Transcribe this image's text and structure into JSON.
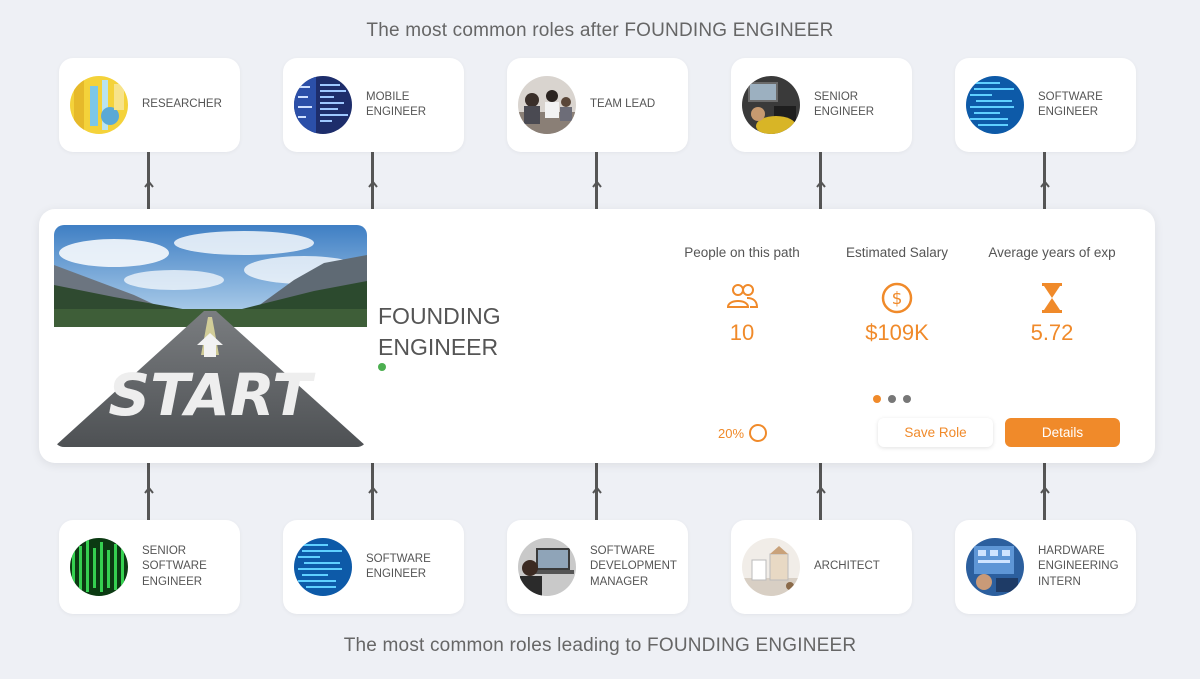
{
  "headings": {
    "after": "The most common roles after FOUNDING ENGINEER",
    "before": "The most common roles leading to FOUNDING ENGINEER"
  },
  "next_roles": [
    {
      "label": "RESEARCHER",
      "thumb": "lab-photo"
    },
    {
      "label": "MOBILE\nENGINEER",
      "thumb": "code-screen-photo"
    },
    {
      "label": "TEAM LEAD",
      "thumb": "meeting-photo"
    },
    {
      "label": "SENIOR\nENGINEER",
      "thumb": "workstation-photo"
    },
    {
      "label": "SOFTWARE\nENGINEER",
      "thumb": "code-screen-photo"
    }
  ],
  "previous_roles": [
    {
      "label": "SENIOR\nSOFTWARE\nENGINEER",
      "thumb": "green-code-photo"
    },
    {
      "label": "SOFTWARE\nENGINEER",
      "thumb": "code-screen-photo"
    },
    {
      "label": "SOFTWARE\nDEVELOPMENT\nMANAGER",
      "thumb": "laptop-user-photo"
    },
    {
      "label": "ARCHITECT",
      "thumb": "architecture-model-photo"
    },
    {
      "label": "HARDWARE\nENGINEERING\nINTERN",
      "thumb": "electronics-photo"
    }
  ],
  "current_role": {
    "title": "FOUNDING\nENGINEER",
    "hero_image": "road-start-photo",
    "hero_text": "START",
    "stats": [
      {
        "label": "People on this path",
        "value": "10",
        "icon": "people-icon"
      },
      {
        "label": "Estimated Salary",
        "value": "$109K",
        "icon": "dollar-circle-icon"
      },
      {
        "label": "Average years of exp",
        "value": "5.72",
        "icon": "hourglass-icon"
      }
    ],
    "progress": "20%",
    "pager": {
      "count": 3,
      "active": 0
    },
    "save_label": "Save Role",
    "details_label": "Details"
  },
  "colors": {
    "accent": "#f08a2a",
    "background": "#eef0f5",
    "status": "#4caf50"
  }
}
